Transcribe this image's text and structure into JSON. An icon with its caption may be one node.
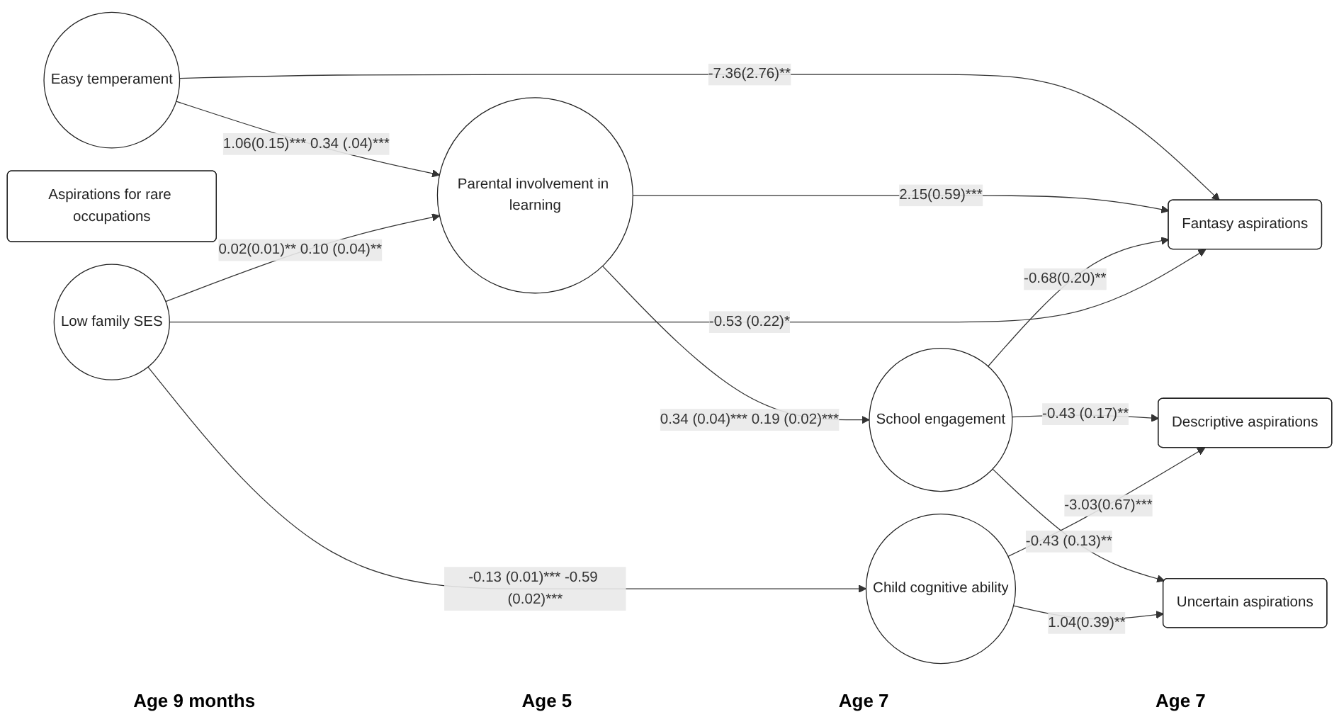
{
  "diagram": {
    "nodes": [
      {
        "text": [
          "Easy temperament"
        ]
      },
      {
        "text": [
          "Parental involvement in learning"
        ]
      },
      {
        "text": [
          "Aspirations for rare occupations"
        ]
      },
      {
        "text": [
          "Fantasy aspirations"
        ]
      },
      {
        "text": [
          "School engagement"
        ]
      },
      {
        "text": [
          "Descriptive aspirations"
        ]
      },
      {
        "text": [
          "Low family SES"
        ]
      },
      {
        "text": [
          "Uncertain aspirations"
        ]
      },
      {
        "text": [
          "Child cognitive ability"
        ]
      }
    ],
    "edges": [
      {
        "from": 0,
        "to": 3,
        "arrow": "to",
        "label": "-7.36(2.76)**"
      },
      {
        "from": 0,
        "to": 1,
        "arrow": "to",
        "label": "1.06(0.15)*** 0.34 (.04)***"
      },
      {
        "from": 1,
        "to": 3,
        "arrow": "to",
        "label": "2.15(0.59)***"
      },
      {
        "from": 1,
        "to": 4,
        "arrow": "to",
        "label": "0.34 (0.04)*** 0.19 (0.02)***"
      },
      {
        "from": 6,
        "to": 1,
        "arrow": "to",
        "label": "0.02(0.01)** 0.10 (0.04)**"
      },
      {
        "from": 4,
        "to": 3,
        "arrow": "to",
        "label": "-0.68(0.20)**"
      },
      {
        "from": 4,
        "to": 5,
        "arrow": "to",
        "label": "-0.43 (0.17)**"
      },
      {
        "from": 8,
        "to": 5,
        "arrow": "to",
        "label": "-3.03(0.67)***"
      },
      {
        "from": 4,
        "to": 7,
        "arrow": "to",
        "label": "-0.43 (0.13)**"
      },
      {
        "from": 6,
        "to": 8,
        "arrow": "to",
        "label": "-0.13 (0.01)*** -0.59 (0.02)***"
      },
      {
        "from": 8,
        "to": 7,
        "arrow": "to",
        "label": "1.04(0.39)**"
      },
      {
        "from": 6,
        "to": 3,
        "arrow": "to",
        "label": "-0.53 (0.22)*"
      }
    ],
    "labels": [
      "Age 9 months",
      "Age 5",
      "Age 7",
      "Age 7"
    ]
  }
}
